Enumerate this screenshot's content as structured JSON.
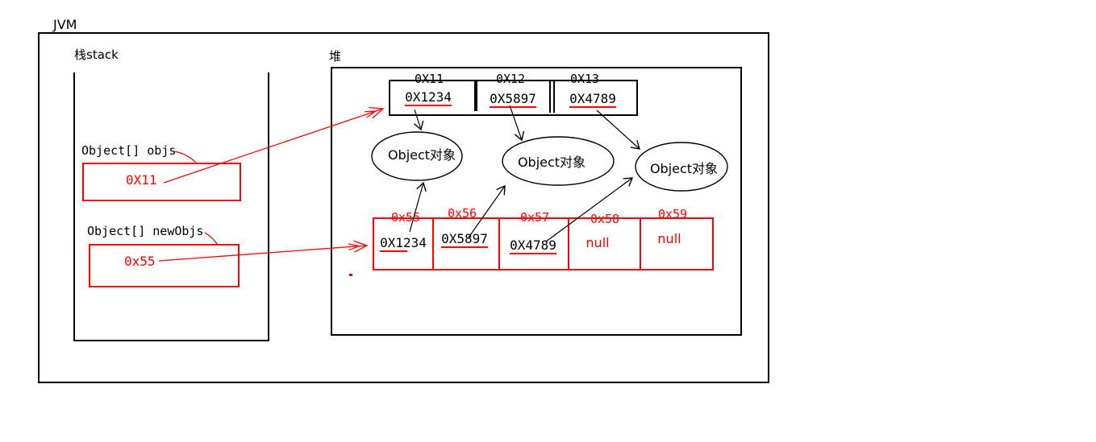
{
  "jvm_label": "JVM",
  "stack": {
    "label": "栈stack",
    "vars": [
      {
        "name": "Object[] objs",
        "value": "0X11"
      },
      {
        "name": "Object[] newObjs",
        "value": "0x55"
      }
    ]
  },
  "heap": {
    "label": "堆",
    "old_array": {
      "cells": [
        {
          "address": "0X11",
          "value": "0X1234"
        },
        {
          "address": "0X12",
          "value": "0X5897"
        },
        {
          "address": "0X13",
          "value": "0X4789"
        }
      ]
    },
    "new_array": {
      "cells": [
        {
          "address": "0x55",
          "value": "0X1234"
        },
        {
          "address": "0x56",
          "value": "0X5897"
        },
        {
          "address": "0x57",
          "value": "0X4789"
        },
        {
          "address": "0x58",
          "value": "null"
        },
        {
          "address": "0x59",
          "value": "null"
        }
      ]
    },
    "objects": [
      {
        "label": "Object对象"
      },
      {
        "label": "Object对象"
      },
      {
        "label": "Object对象"
      }
    ]
  },
  "colors": {
    "accent_red": "#ff0000",
    "line_black": "#000000"
  }
}
